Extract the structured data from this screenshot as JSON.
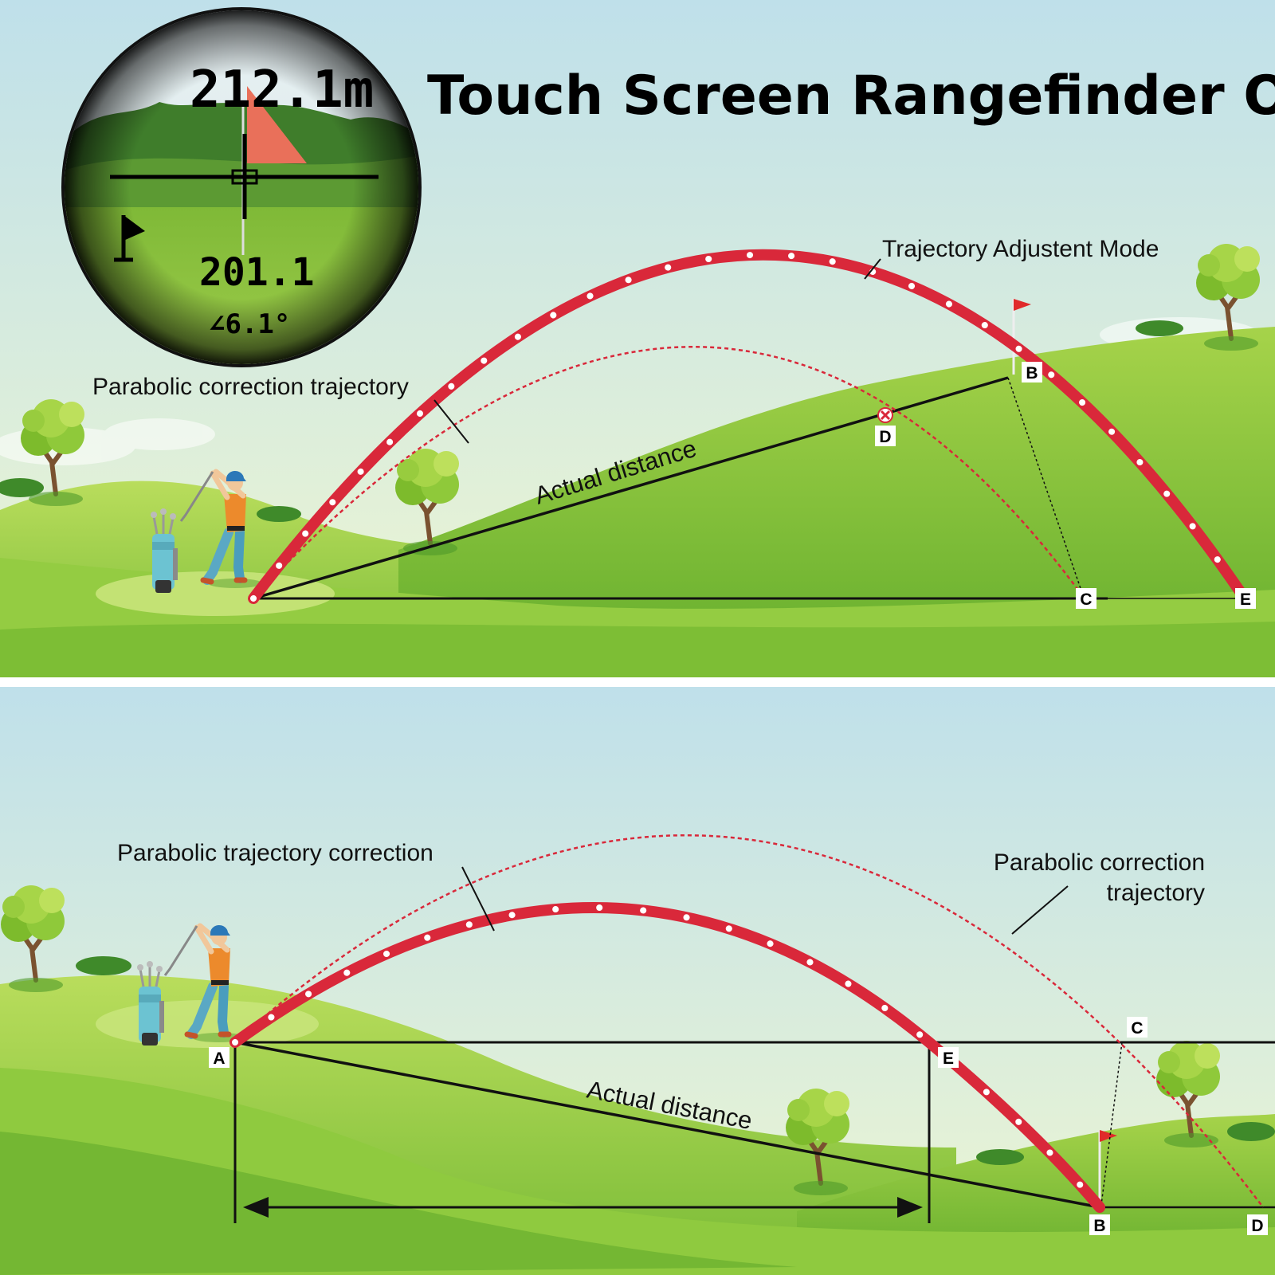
{
  "title": "Touch Screen Rangefinder Only",
  "viewfinder": {
    "distance": "212.1m",
    "adjusted": "201.1",
    "angle": "∠6.1°"
  },
  "top_panel": {
    "labels": {
      "trajectory_mode": "Trajectory Adjustent Mode",
      "parabolic": "Parabolic correction trajectory",
      "actual": "Actual distance"
    },
    "points": {
      "B": "B",
      "C": "C",
      "D": "D",
      "E": "E"
    }
  },
  "bottom_panel": {
    "labels": {
      "parabolic_left": "Parabolic trajectory correction",
      "parabolic_right_1": "Parabolic correction",
      "parabolic_right_2": "trajectory",
      "actual": "Actual distance"
    },
    "points": {
      "A": "A",
      "B": "B",
      "C": "C",
      "D": "D",
      "E": "E"
    }
  },
  "colors": {
    "sky_top": "#bfe0ea",
    "sky_bottom": "#eef6d2",
    "grass_light": "#b8dc5a",
    "grass_mid": "#8cc63f",
    "grass_dark": "#5aa32a",
    "trajectory": "#d9283a",
    "trajectory_dot": "#ffffff"
  },
  "icons": [
    "golfer-icon",
    "golf-bag-icon",
    "tree-icon",
    "flag-icon",
    "crosshair-icon",
    "x-mark-icon"
  ]
}
